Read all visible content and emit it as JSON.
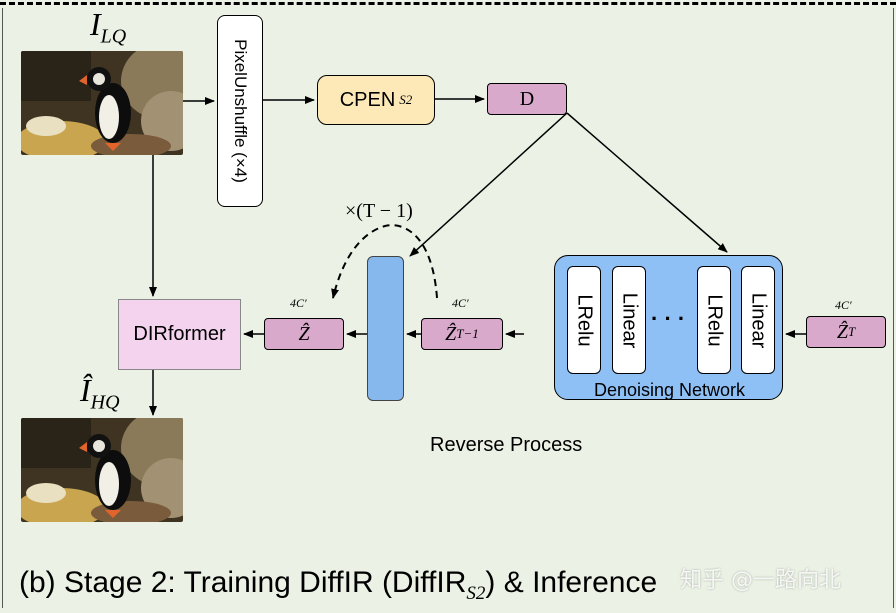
{
  "inputs": {
    "lq_label": "I",
    "lq_sub": "LQ",
    "hq_label": "Î",
    "hq_sub": "HQ"
  },
  "blocks": {
    "pixel_unshuffle": "PixelUnshuffle (×4)",
    "cpen_main": "CPEN",
    "cpen_sub": "S2",
    "d_block": "D",
    "dirformer": "DIRformer",
    "denoising_network": "Denoising Network",
    "lrelu": "LRelu",
    "linear": "Linear",
    "dots": "· · ·"
  },
  "z": {
    "z_hat": "Ẑ",
    "z_t_minus_1_main": "Ẑ",
    "z_t_minus_1_sub": "T−1",
    "z_t_main": "Ẑ",
    "z_t_sub": "T",
    "dim_label": "4C′"
  },
  "loop_label": "×(T − 1)",
  "reverse_process": "Reverse Process",
  "caption": {
    "prefix": "(b) Stage 2: Training DiffIR (DiffIR",
    "sub": "S2",
    "suffix": ") & Inference"
  },
  "watermark": "知乎 @一路向北",
  "colors": {
    "background": "#ebf2e5",
    "cpen": "#fde9b8",
    "d_block": "#d9a9cc",
    "dirformer": "#f3d3ee",
    "denoise": "#8ec0f5",
    "blue_bar": "#86b8ee"
  }
}
